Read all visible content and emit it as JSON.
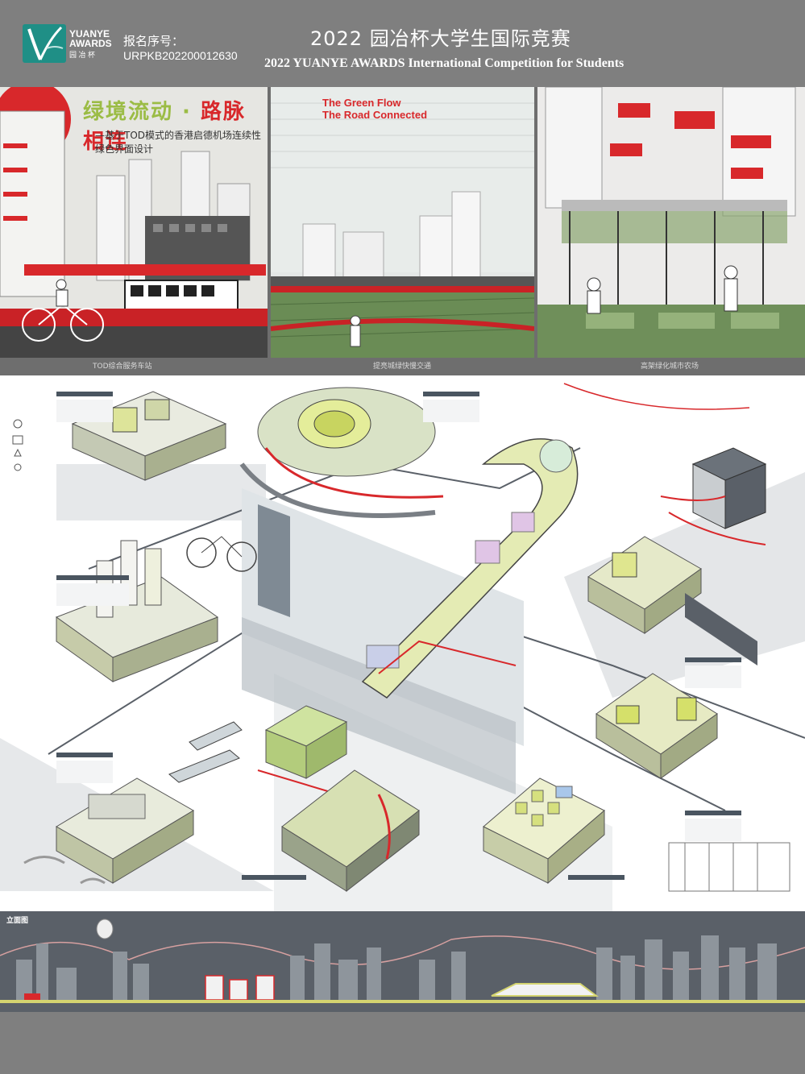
{
  "header": {
    "logo_line1": "YUANYE",
    "logo_line2": "AWARDS",
    "logo_line3": "园 冶 杯",
    "reg_label": "报名序号：",
    "reg_number": "URPKB202200012630",
    "title_cn": "2022 园冶杯大学生国际竞赛",
    "title_en": "2022 YUANYE AWARDS International Competition for  Students"
  },
  "poster": {
    "title_cn_green": "绿境流动 · ",
    "title_cn_red": "路脉相连",
    "title_en_line1": "The Green Flow",
    "title_en_line2": "The Road Connected",
    "subtitle_cn": "—基于TOD模式的香港启德机场连续性绿色界面设计",
    "subtitle_en": "Continuous green interface design of Kai Tak Airport in Hong Kong based on TOD model",
    "captions": [
      "TOD综合服务车站",
      "提亮城绿快慢交通",
      "高架绿化城市农场"
    ],
    "section_title": "立面图"
  },
  "colors": {
    "frame_gray": "#7f7f7f",
    "accent_red": "#d8282b",
    "accent_green": "#9bbc45",
    "lime": "#d8e38a",
    "slate": "#5a6068"
  }
}
